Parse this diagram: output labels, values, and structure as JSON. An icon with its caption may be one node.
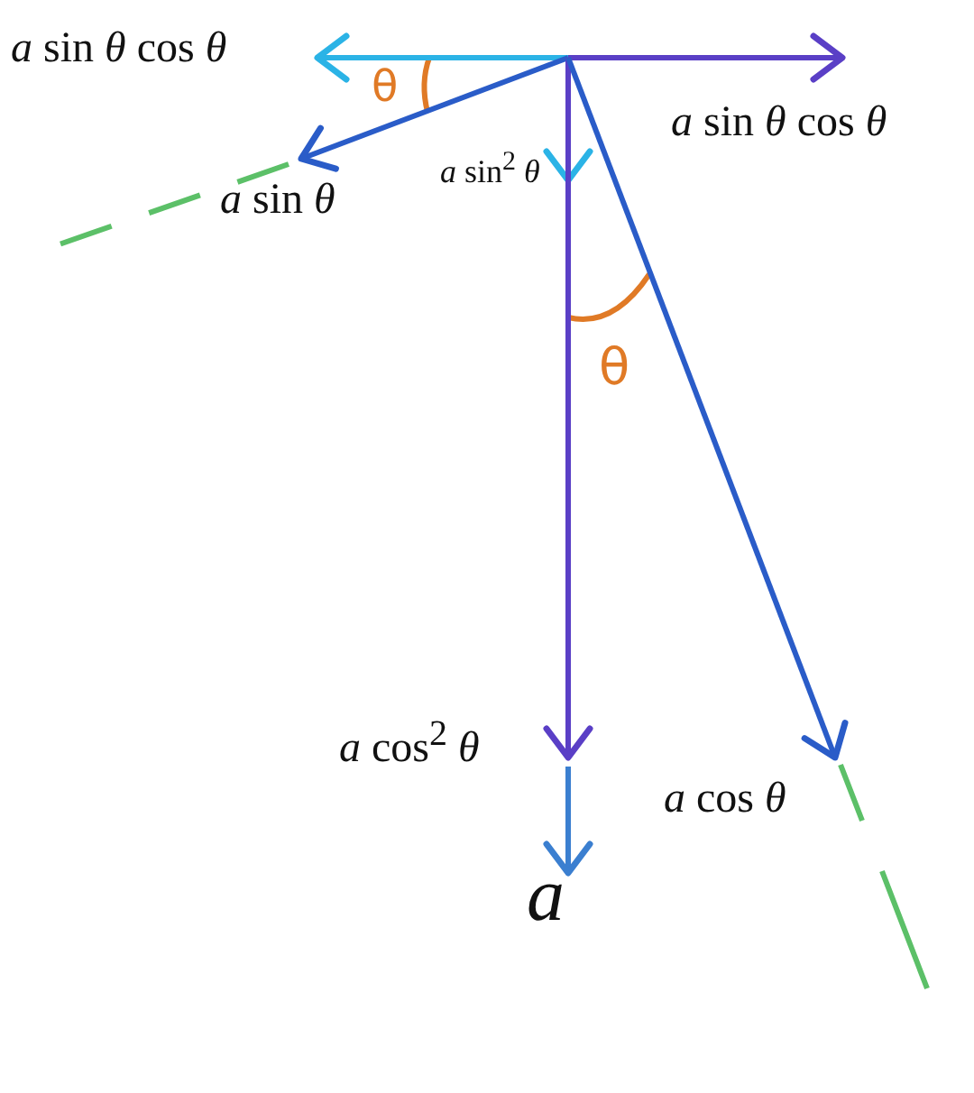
{
  "diagram": {
    "nodes": [
      {
        "text": [
          "*a* sin *θ* cos *θ*"
        ]
      },
      {
        "text": [
          "*a* sin *θ* cos *θ*"
        ]
      },
      {
        "text": [
          "*a* sin *θ*"
        ]
      },
      {
        "text": [
          "*a* sin$^{2}$ *θ*"
        ]
      },
      {
        "text": [
          "*a* cos$^{2}$ *θ*"
        ]
      },
      {
        "text": [
          "*a* cos *θ*"
        ]
      },
      {
        "text": [
          "*a*"
        ]
      }
    ],
    "edges": [
      {
        "from": null,
        "to": 0,
        "arrow": "to",
        "color": "#2bb3e6"
      },
      {
        "from": null,
        "to": 1,
        "arrow": "to",
        "color": "#5a3fc6"
      },
      {
        "from": null,
        "to": 2,
        "arrow": "to",
        "color": "#2a5cc8"
      },
      {
        "from": null,
        "to": 3,
        "arrow": "to",
        "color": "#2bb3e6"
      },
      {
        "from": null,
        "to": 4,
        "arrow": "to",
        "color": "#5a3fc6"
      },
      {
        "from": null,
        "to": 5,
        "arrow": "to",
        "color": "#2a5cc8"
      },
      {
        "from": null,
        "to": 6,
        "arrow": "to",
        "color": "#3b7fd0"
      }
    ],
    "labels": [
      "θ",
      "θ"
    ]
  }
}
